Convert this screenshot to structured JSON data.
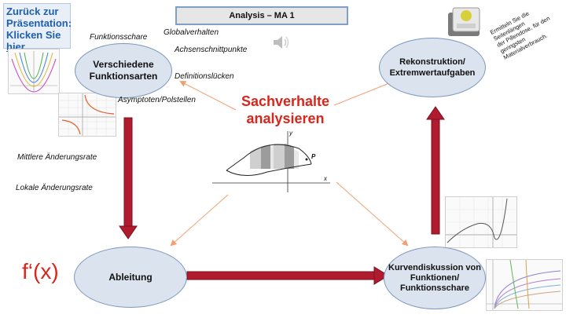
{
  "back_link": {
    "line1": "Zurück zur",
    "line2": "Präsentation:",
    "line3_prefix": "Klicken Sie ",
    "link": "hier",
    "suffix": "."
  },
  "title": "Analysis – MA 1",
  "nodes": {
    "funktionsarten": {
      "line1": "Verschiedene",
      "line2": "Funktionsarten"
    },
    "rekonstruktion": {
      "line1": "Rekonstruktion/",
      "line2": "Extremwertaufgaben"
    },
    "ableitung": "Ableitung",
    "kurvendiskussion": {
      "line1": "Kurvendiskussion von",
      "line2": "Funktionen/",
      "line3": "Funktionsschare"
    },
    "sachverhalte": {
      "line1": "Sachverhalte",
      "line2": "analysieren"
    }
  },
  "labels": {
    "funktionsschare": "Funktionsschare",
    "globalverhalten": "Globalverhalten",
    "achsenschnittpunkte": "Achsenschnittpunkte",
    "definitionsluecken": "Definitionslücken",
    "asymptoten": "Asymptoten/Polstellen",
    "mittlere": "Mittlere Änderungsrate",
    "lokale": "Lokale Änderungsrate",
    "fprime": "f‘(x)"
  },
  "rotated_note": {
    "line1": "Ermitteln Sie die Seitenlängen",
    "line2": "der Pillendose, für den geringsten",
    "line3": "Materialverbrauch."
  },
  "graph_labels": {
    "y": "y",
    "x": "x",
    "p": "P"
  },
  "icons": {
    "speaker": "speaker-icon"
  },
  "colors": {
    "arrow_red": "#b01c2e",
    "arrow_orange": "#f0a070",
    "ellipse_fill": "#dbe3ef",
    "accent_red": "#d9261c"
  }
}
